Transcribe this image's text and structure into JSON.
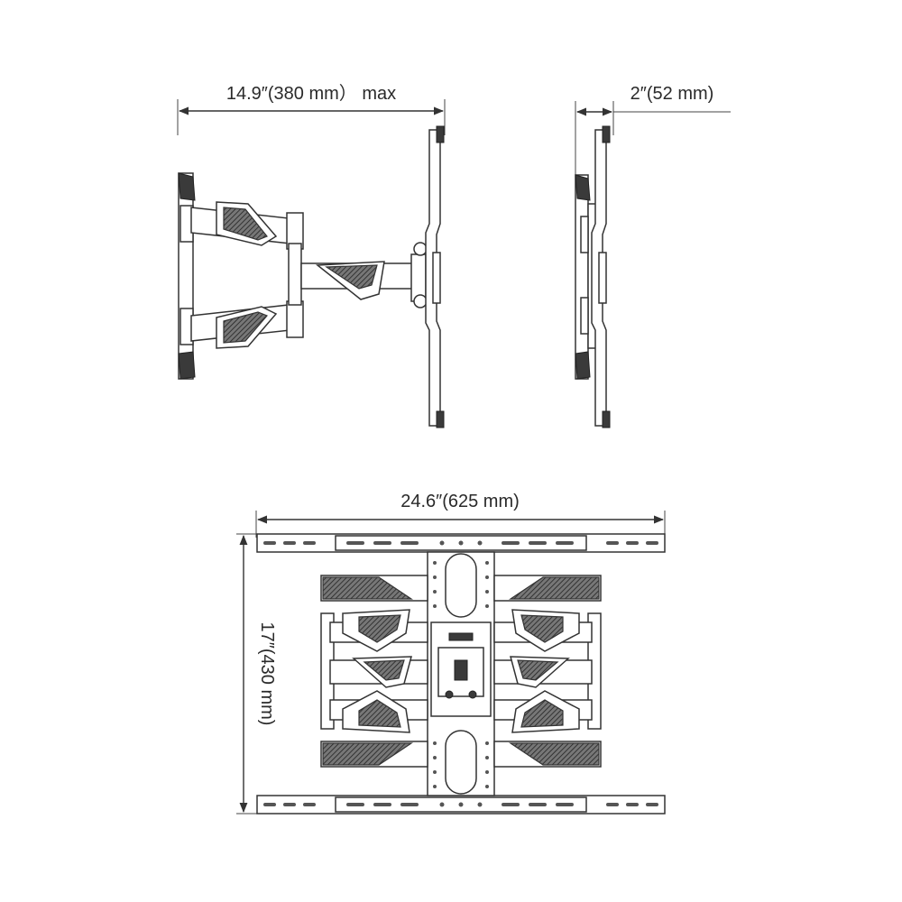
{
  "dimensions": {
    "side_arm_extension": "14.9″(380 mm） max",
    "side_depth": "2″(52 mm)",
    "front_width": "24.6″(625 mm)",
    "front_height": "17″(430 mm)"
  },
  "colors": {
    "line": "#333333",
    "fill": "#ffffff",
    "dark_detail": "#3a3a3a"
  }
}
